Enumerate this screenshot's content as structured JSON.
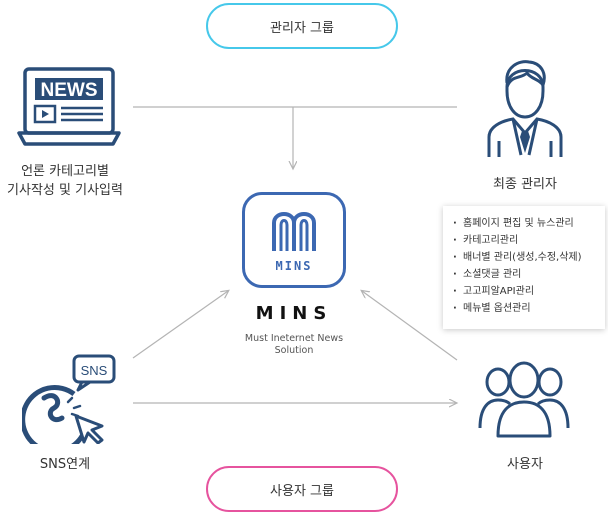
{
  "groups": {
    "admin_group": "관리자 그룹",
    "user_group": "사용자 그룹"
  },
  "nodes": {
    "news": {
      "icon_text": "NEWS",
      "caption_line1": "언론 카테고리별",
      "caption_line2": "기사작성 및 기사입력"
    },
    "admin": {
      "caption": "최종 관리자",
      "tasks": [
        "홈페이지 편집 및 뉴스관리",
        "카테고리관리",
        "배너별 관리(생성,수정,삭제)",
        "소셜댓글 관리",
        "고고피알API관리",
        "메뉴별 옵션관리"
      ]
    },
    "sns": {
      "icon_text": "SNS",
      "caption": "SNS연계"
    },
    "user": {
      "caption": "사용자"
    }
  },
  "center": {
    "logo_text": "MINS",
    "title": "MINS",
    "subtitle_line1": "Must Ineternet News",
    "subtitle_line2": "Solution"
  },
  "colors": {
    "admin_pill": "#46c8ea",
    "user_pill": "#e6539e",
    "icon_navy": "#2a4d78",
    "logo_blue": "#3c68b2",
    "line_gray": "#b4b4b4"
  },
  "icons": {
    "news": "newspaper-laptop-icon",
    "admin": "businessman-icon",
    "sns": "sns-click-icon",
    "user": "user-group-icon"
  }
}
